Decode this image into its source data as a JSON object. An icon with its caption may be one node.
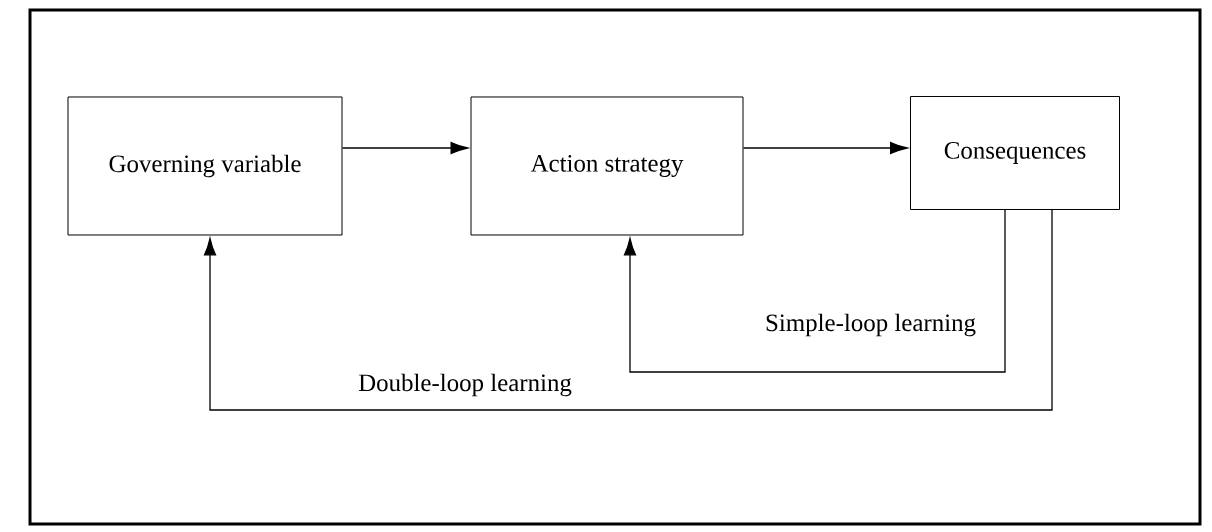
{
  "diagram": {
    "nodes": [
      {
        "text": [
          "Governing variable"
        ]
      },
      {
        "text": [
          "Action strategy"
        ]
      },
      {
        "text": [
          "Consequences"
        ]
      }
    ],
    "edges": [
      {
        "from": 0,
        "to": 1,
        "arrow": "to"
      },
      {
        "from": 1,
        "to": 2,
        "arrow": "to"
      },
      {
        "from": 2,
        "to": 1,
        "arrow": "to",
        "label": "Simple-loop learning"
      },
      {
        "from": 2,
        "to": 0,
        "arrow": "to",
        "label": "Double-loop learning"
      }
    ]
  }
}
